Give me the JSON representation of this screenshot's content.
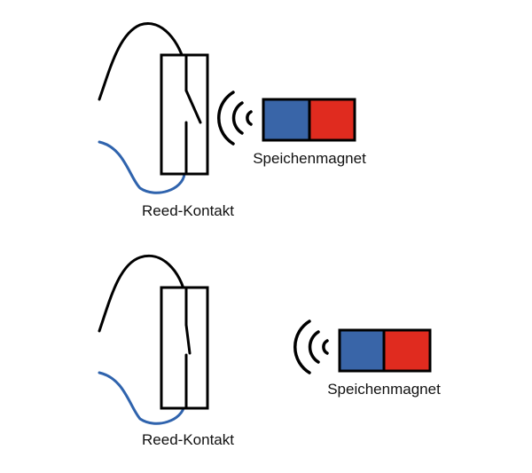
{
  "colors": {
    "wire_black": "#000000",
    "wire_blue": "#2f63ad",
    "magnet_blue": "#3965a8",
    "magnet_red": "#e02b1f",
    "background": "#ffffff"
  },
  "panels": [
    {
      "state": "closed",
      "magnet_label": "Speichenmagnet",
      "contact_label": "Reed-Kontakt"
    },
    {
      "state": "open",
      "magnet_label": "Speichenmagnet",
      "contact_label": "Reed-Kontakt"
    }
  ]
}
